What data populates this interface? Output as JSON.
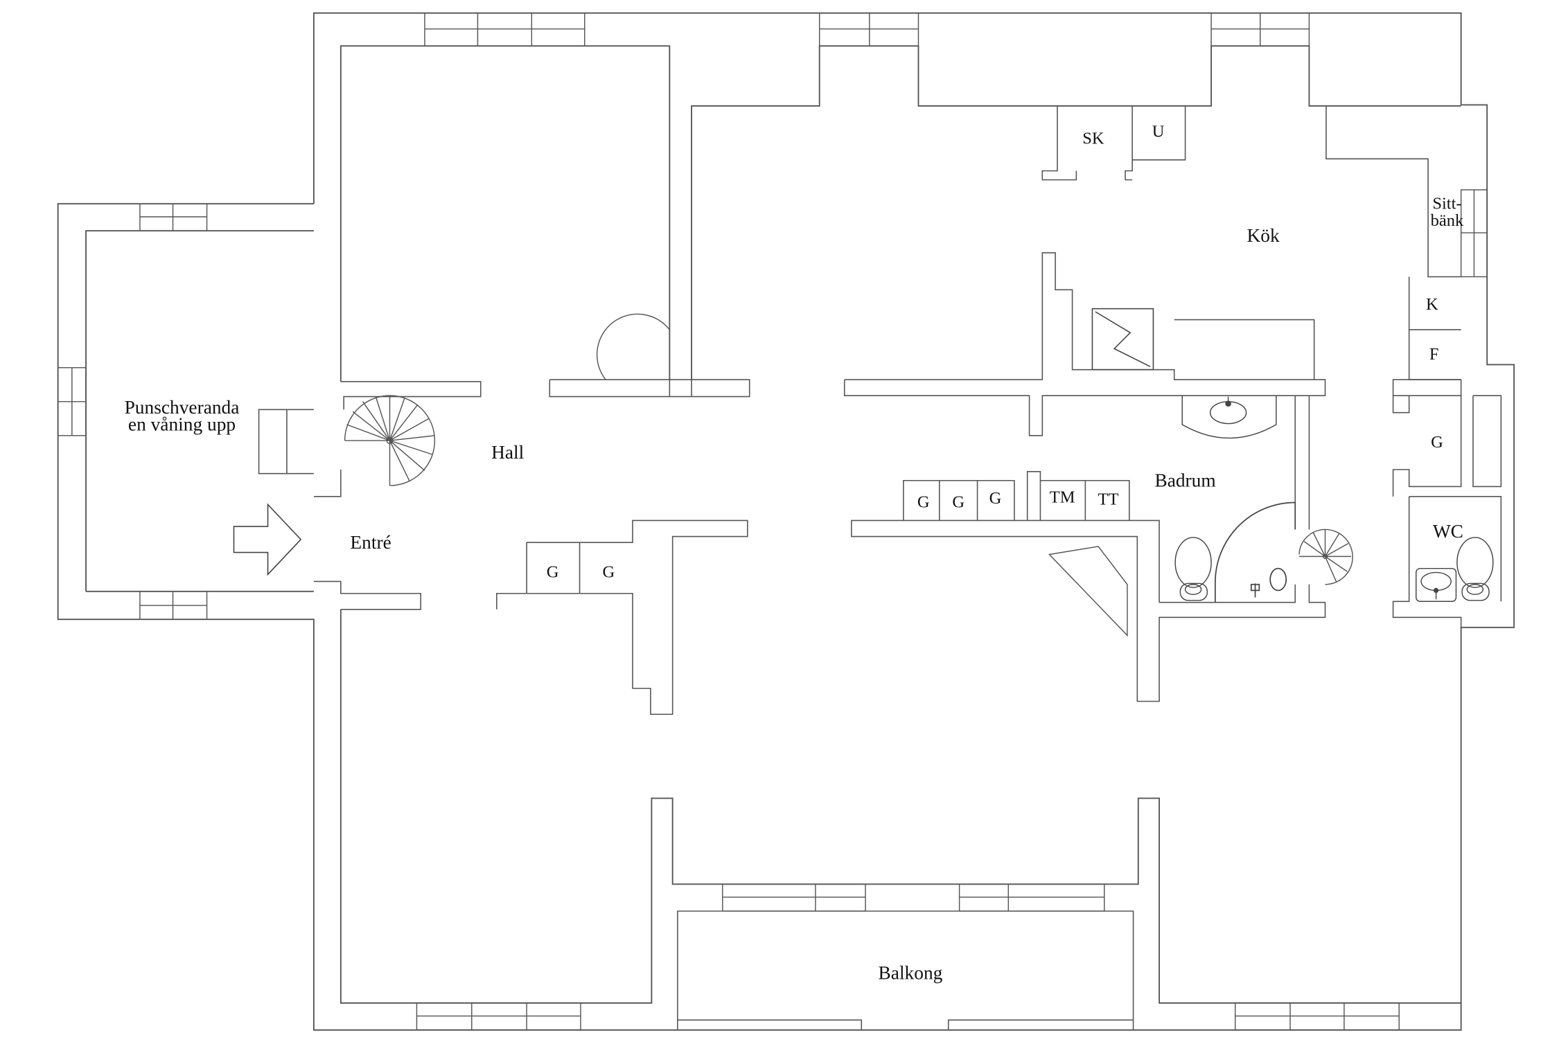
{
  "labels": {
    "punschveranda_line1": "Punschveranda",
    "punschveranda_line2": "en våning upp",
    "hall": "Hall",
    "entre": "Entré",
    "kok": "Kök",
    "badrum": "Badrum",
    "wc": "WC",
    "balkong": "Balkong",
    "sk": "SK",
    "u": "U",
    "sittbank_line1": "Sitt-",
    "sittbank_line2": "bänk",
    "k": "K",
    "f": "F",
    "g": "G",
    "tm": "TM",
    "tt": "TT"
  },
  "colors": {
    "wall_line": "#555555",
    "fixture_line": "#444444",
    "text": "#111111",
    "background": "#ffffff"
  }
}
